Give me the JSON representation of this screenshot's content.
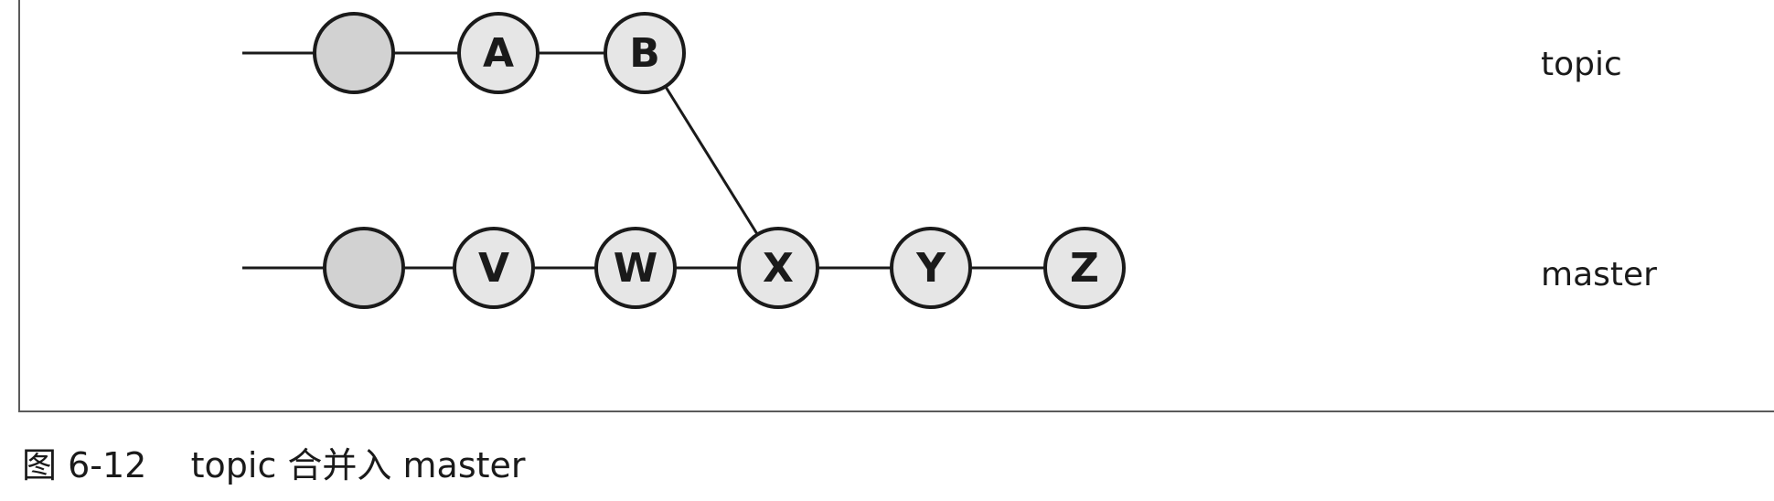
{
  "diagram": {
    "type": "git-commit-graph",
    "colors": {
      "ancestor_fill": "#d2d2d2",
      "commit_fill": "#e6e6e6",
      "line": "#1a1a1a"
    },
    "branches": [
      {
        "id": "topic",
        "label": "topic"
      },
      {
        "id": "master",
        "label": "master"
      }
    ],
    "commits": [
      {
        "id": "topic-base",
        "label": "",
        "branch": "topic",
        "shaded": true
      },
      {
        "id": "A",
        "label": "A",
        "branch": "topic",
        "shaded": false
      },
      {
        "id": "B",
        "label": "B",
        "branch": "topic",
        "shaded": false
      },
      {
        "id": "master-base",
        "label": "",
        "branch": "master",
        "shaded": true
      },
      {
        "id": "V",
        "label": "V",
        "branch": "master",
        "shaded": false
      },
      {
        "id": "W",
        "label": "W",
        "branch": "master",
        "shaded": false
      },
      {
        "id": "X",
        "label": "X",
        "branch": "master",
        "shaded": false
      },
      {
        "id": "Y",
        "label": "Y",
        "branch": "master",
        "shaded": false
      },
      {
        "id": "Z",
        "label": "Z",
        "branch": "master",
        "shaded": false
      }
    ],
    "edges": [
      {
        "from": "topic-start",
        "to": "topic-base"
      },
      {
        "from": "topic-base",
        "to": "A"
      },
      {
        "from": "A",
        "to": "B"
      },
      {
        "from": "B",
        "to": "X"
      },
      {
        "from": "master-start",
        "to": "master-base"
      },
      {
        "from": "master-base",
        "to": "V"
      },
      {
        "from": "V",
        "to": "W"
      },
      {
        "from": "W",
        "to": "X"
      },
      {
        "from": "X",
        "to": "Y"
      },
      {
        "from": "Y",
        "to": "Z"
      }
    ]
  },
  "caption": {
    "text": "图 6-12    topic 合并入 master"
  }
}
